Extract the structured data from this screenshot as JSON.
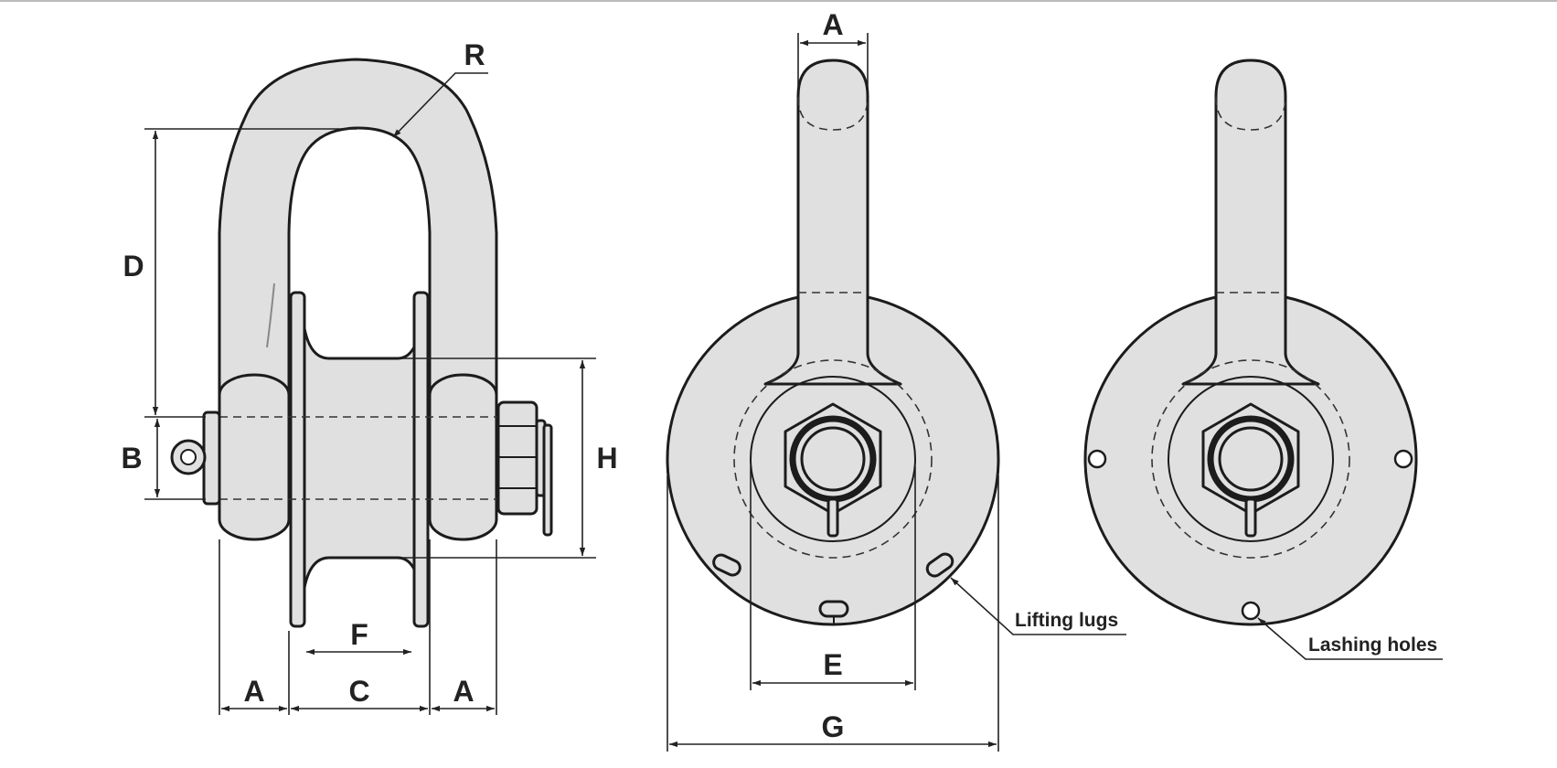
{
  "labels": {
    "R": "R",
    "D": "D",
    "B": "B",
    "H": "H",
    "F": "F",
    "A_left": "A",
    "C": "C",
    "A_right": "A",
    "A_top": "A",
    "E": "E",
    "G": "G",
    "lifting_lugs": "Lifting lugs",
    "lashing_holes": "Lashing holes"
  },
  "colors": {
    "part_fill": "#e0e0e0",
    "outline": "#1c1c1c"
  }
}
